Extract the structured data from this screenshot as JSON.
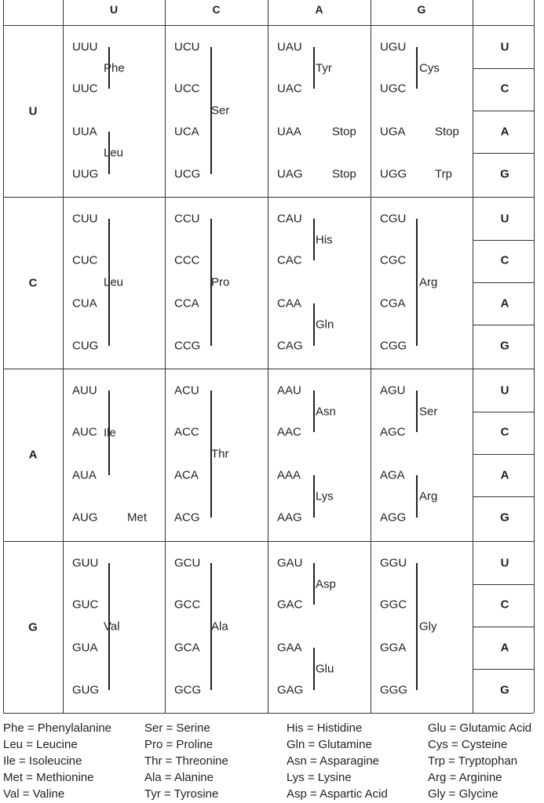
{
  "column_headers": [
    "U",
    "C",
    "A",
    "G"
  ],
  "blocks": [
    {
      "first_base": "U",
      "codons": [
        [
          "UUU",
          "UUC",
          "UUA",
          "UUG"
        ],
        [
          "UCU",
          "UCC",
          "UCA",
          "UCG"
        ],
        [
          "UAU",
          "UAC",
          "UAA",
          "UAG"
        ],
        [
          "UGU",
          "UGC",
          "UGA",
          "UGG"
        ]
      ],
      "third_bases": [
        "U",
        "C",
        "A",
        "G"
      ]
    },
    {
      "first_base": "C",
      "codons": [
        [
          "CUU",
          "CUC",
          "CUA",
          "CUG"
        ],
        [
          "CCU",
          "CCC",
          "CCA",
          "CCG"
        ],
        [
          "CAU",
          "CAC",
          "CAA",
          "CAG"
        ],
        [
          "CGU",
          "CGC",
          "CGA",
          "CGG"
        ]
      ],
      "third_bases": [
        "U",
        "C",
        "A",
        "G"
      ]
    },
    {
      "first_base": "A",
      "codons": [
        [
          "AUU",
          "AUC",
          "AUA",
          "AUG"
        ],
        [
          "ACU",
          "ACC",
          "ACA",
          "ACG"
        ],
        [
          "AAU",
          "AAC",
          "AAA",
          "AAG"
        ],
        [
          "AGU",
          "AGC",
          "AGA",
          "AGG"
        ]
      ],
      "third_bases": [
        "U",
        "C",
        "A",
        "G"
      ]
    },
    {
      "first_base": "G",
      "codons": [
        [
          "GUU",
          "GUC",
          "GUA",
          "GUG"
        ],
        [
          "GCU",
          "GCC",
          "GCA",
          "GCG"
        ],
        [
          "GAU",
          "GAC",
          "GAA",
          "GAG"
        ],
        [
          "GGU",
          "GGC",
          "GGA",
          "GGG"
        ]
      ],
      "third_bases": [
        "U",
        "C",
        "A",
        "G"
      ]
    }
  ],
  "groups": [
    {
      "block": 0,
      "col": 0,
      "from": 0,
      "to": 1,
      "label": "Phe"
    },
    {
      "block": 0,
      "col": 0,
      "from": 2,
      "to": 3,
      "label": "Leu"
    },
    {
      "block": 0,
      "col": 1,
      "from": 0,
      "to": 3,
      "label": "Ser"
    },
    {
      "block": 0,
      "col": 2,
      "from": 0,
      "to": 1,
      "label": "Tyr"
    },
    {
      "block": 0,
      "col": 3,
      "from": 0,
      "to": 1,
      "label": "Cys"
    },
    {
      "block": 1,
      "col": 0,
      "from": 0,
      "to": 3,
      "label": "Leu"
    },
    {
      "block": 1,
      "col": 1,
      "from": 0,
      "to": 3,
      "label": "Pro"
    },
    {
      "block": 1,
      "col": 2,
      "from": 0,
      "to": 1,
      "label": "His"
    },
    {
      "block": 1,
      "col": 2,
      "from": 2,
      "to": 3,
      "label": "Gln"
    },
    {
      "block": 1,
      "col": 3,
      "from": 0,
      "to": 3,
      "label": "Arg"
    },
    {
      "block": 2,
      "col": 0,
      "from": 0,
      "to": 2,
      "label": "Ile"
    },
    {
      "block": 2,
      "col": 1,
      "from": 0,
      "to": 3,
      "label": "Thr"
    },
    {
      "block": 2,
      "col": 2,
      "from": 0,
      "to": 1,
      "label": "Asn"
    },
    {
      "block": 2,
      "col": 2,
      "from": 2,
      "to": 3,
      "label": "Lys"
    },
    {
      "block": 2,
      "col": 3,
      "from": 0,
      "to": 1,
      "label": "Ser"
    },
    {
      "block": 2,
      "col": 3,
      "from": 2,
      "to": 3,
      "label": "Arg"
    },
    {
      "block": 3,
      "col": 0,
      "from": 0,
      "to": 3,
      "label": "Val"
    },
    {
      "block": 3,
      "col": 1,
      "from": 0,
      "to": 3,
      "label": "Ala"
    },
    {
      "block": 3,
      "col": 2,
      "from": 0,
      "to": 1,
      "label": "Asp"
    },
    {
      "block": 3,
      "col": 2,
      "from": 2,
      "to": 3,
      "label": "Glu"
    },
    {
      "block": 3,
      "col": 3,
      "from": 0,
      "to": 3,
      "label": "Gly"
    }
  ],
  "singles": [
    {
      "block": 0,
      "col": 2,
      "row": 2,
      "label": "Stop"
    },
    {
      "block": 0,
      "col": 2,
      "row": 3,
      "label": "Stop"
    },
    {
      "block": 0,
      "col": 3,
      "row": 2,
      "label": "Stop"
    },
    {
      "block": 0,
      "col": 3,
      "row": 3,
      "label": "Trp"
    },
    {
      "block": 2,
      "col": 0,
      "row": 3,
      "label": "Met"
    }
  ],
  "legend": [
    [
      "Phe = Phenylalanine",
      "Leu = Leucine",
      "Ile = Isoleucine",
      "Met = Methionine",
      "Val = Valine"
    ],
    [
      "Ser = Serine",
      "Pro = Proline",
      "Thr = Threonine",
      "Ala = Alanine",
      "Tyr = Tyrosine"
    ],
    [
      "His = Histidine",
      "Gln = Glutamine",
      "Asn = Asparagine",
      "Lys = Lysine",
      "Asp = Aspartic Acid"
    ],
    [
      "Glu = Glutamic Acid",
      "Cys = Cysteine",
      "Trp = Tryptophan",
      "Arg = Arginine",
      "Gly = Glycine"
    ]
  ]
}
